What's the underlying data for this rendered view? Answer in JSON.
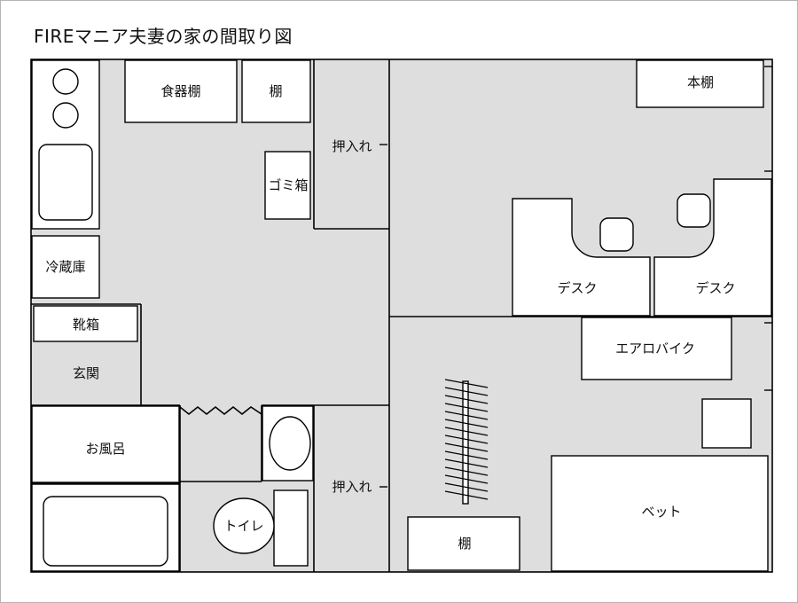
{
  "title": "FIREマニア夫妻の家の間取り図",
  "colors": {
    "floor": "#dedede",
    "wall": "#000000",
    "furniture": "#ffffff"
  },
  "labels": {
    "shokkidana": "食器棚",
    "tana_top": "棚",
    "oshiire_top": "押入れ",
    "gomibako": "ゴミ箱",
    "reizouko": "冷蔵庫",
    "kutsubako": "靴箱",
    "genkan": "玄関",
    "ofuro": "お風呂",
    "toilet": "トイレ",
    "oshiire_bottom": "押入れ",
    "hondana": "本棚",
    "desk_left": "デスク",
    "desk_right": "デスク",
    "aerobike": "エアロバイク",
    "bed": "ベット",
    "tana_bottom": "棚"
  }
}
